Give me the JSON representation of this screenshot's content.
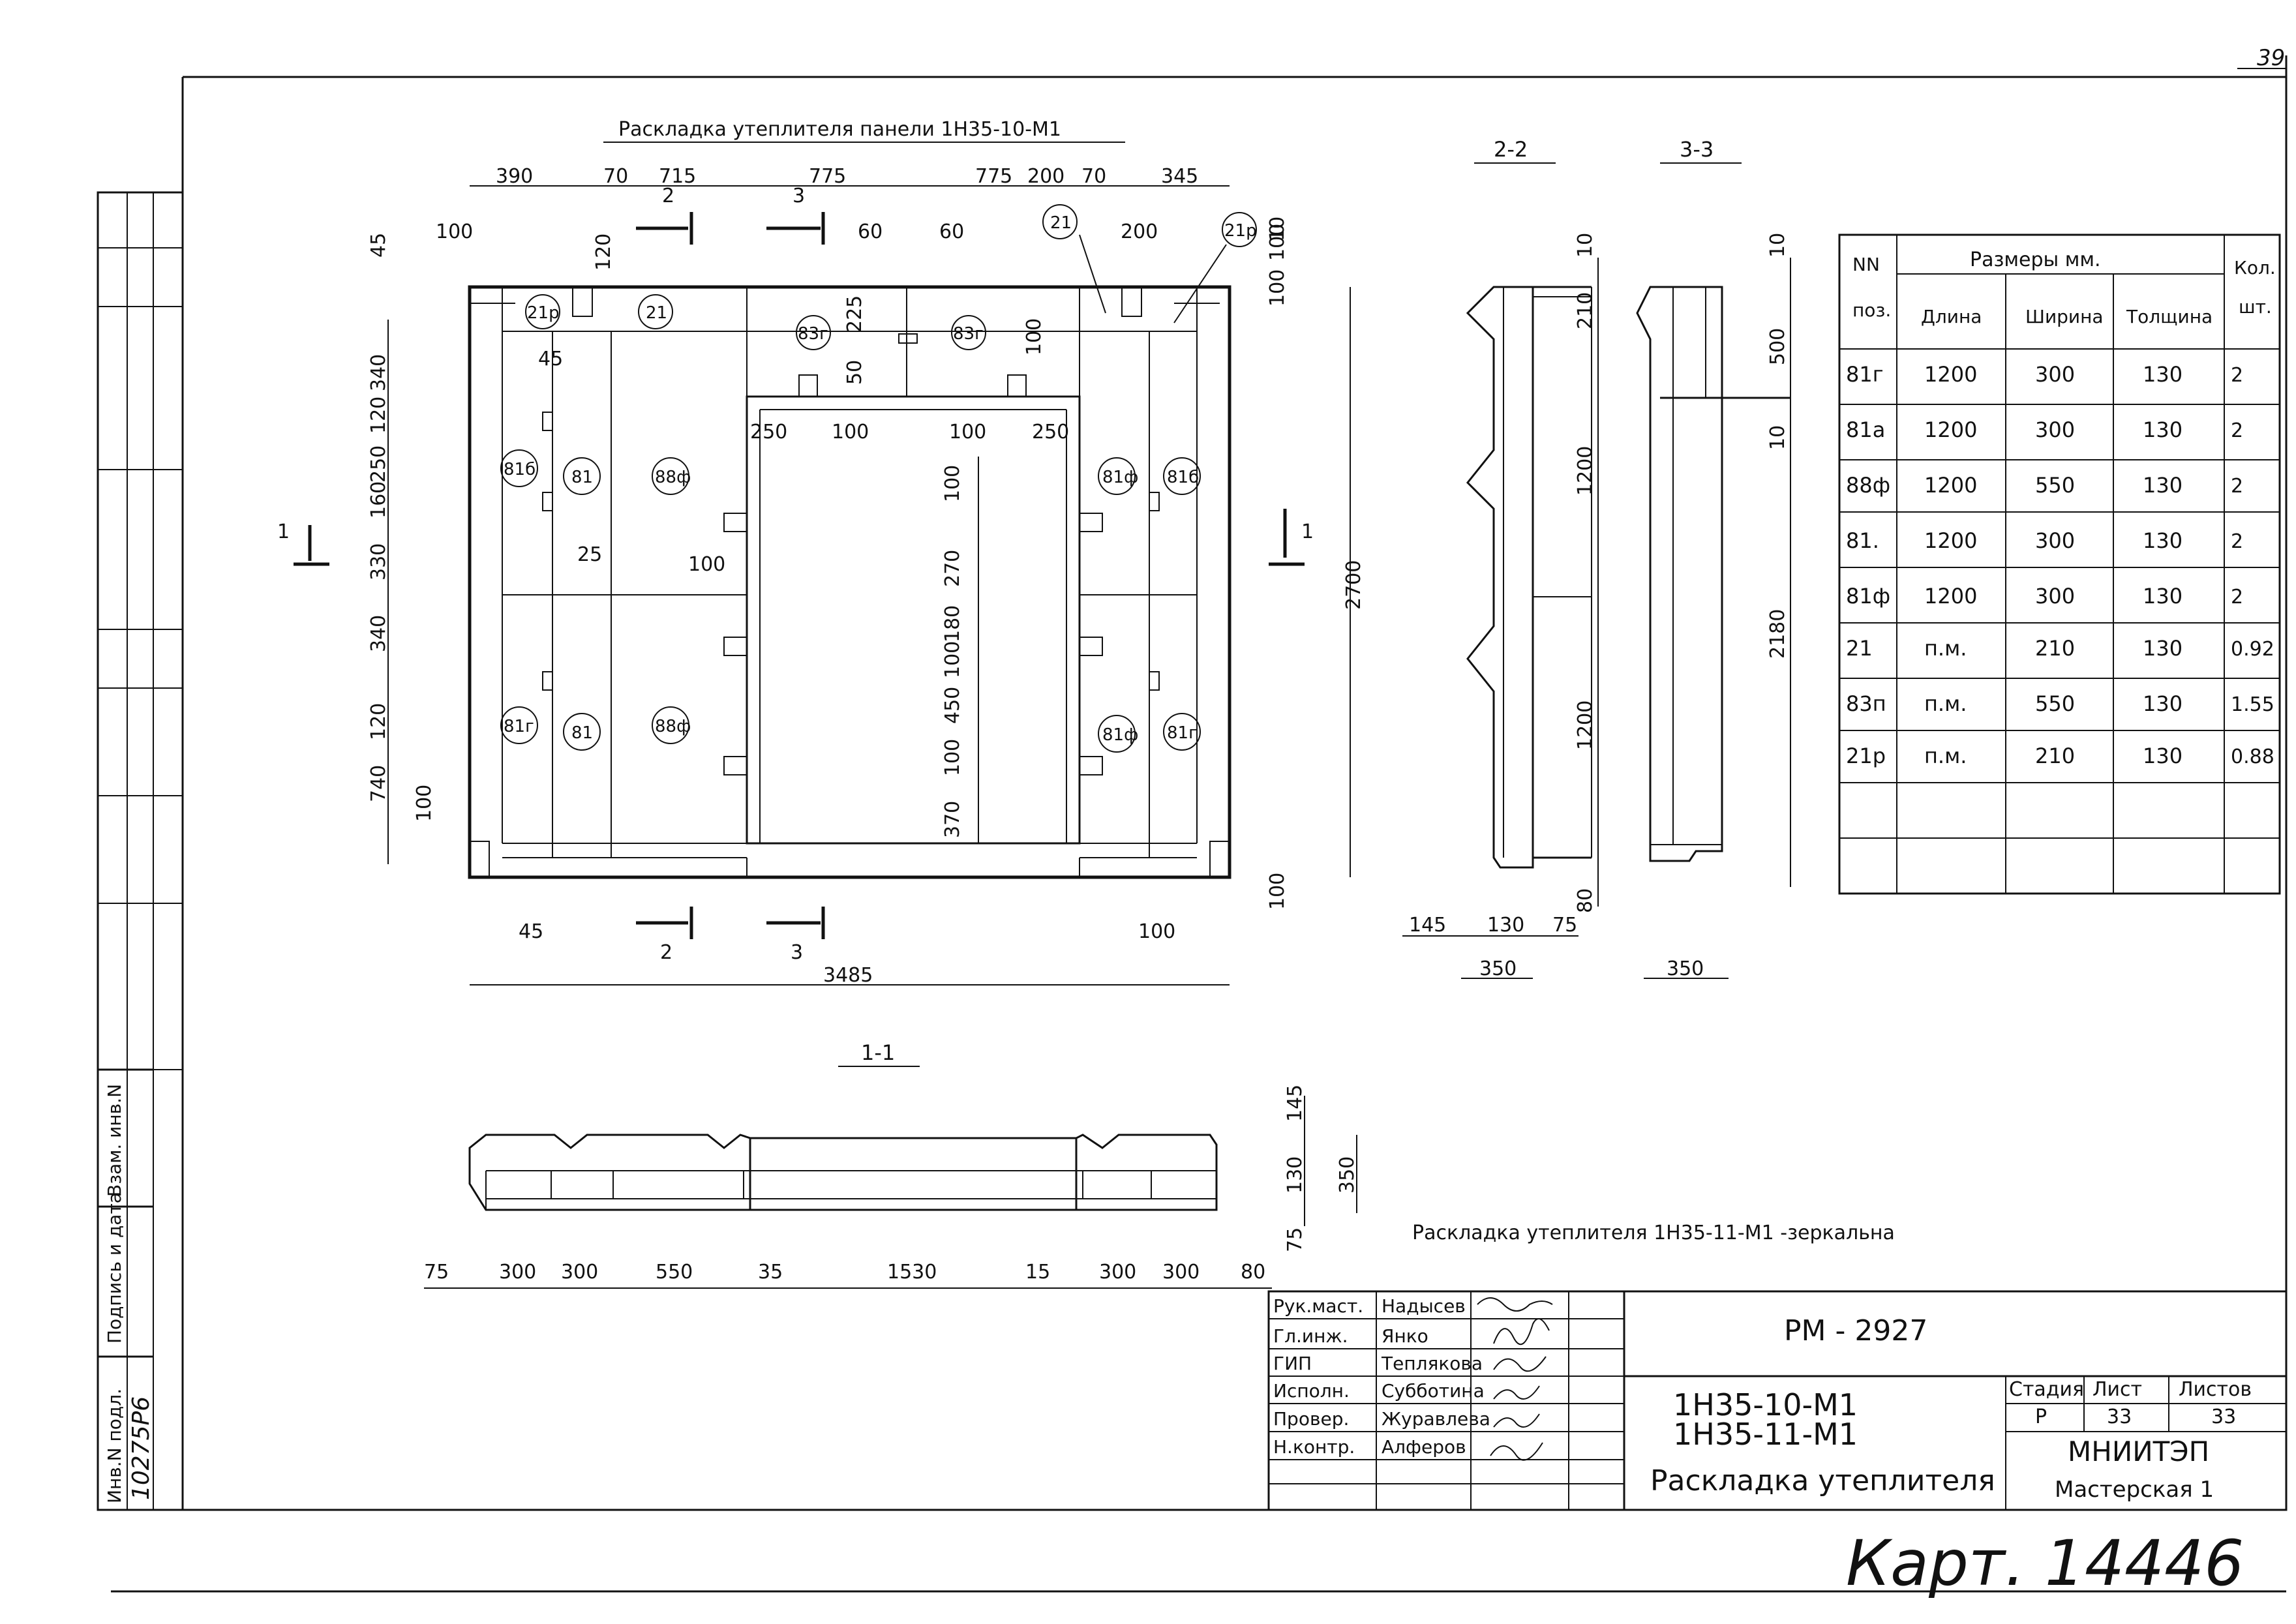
{
  "sheet_corner_number": "39",
  "plan": {
    "title": "Раскладка утеплителя панели 1Н35-10-М1",
    "top_dims": [
      "390",
      "70",
      "715",
      "775",
      "775",
      "200",
      "70",
      "345"
    ],
    "upper_dims": [
      "100",
      "60",
      "60",
      "200",
      "100"
    ],
    "left_vertical_dims": [
      "340",
      "120",
      "250",
      "160",
      "330",
      "340",
      "120",
      "740"
    ],
    "top_left_dims": [
      "45",
      "120"
    ],
    "inner_dims": [
      "45",
      "25",
      "100",
      "225",
      "50",
      "100",
      "250",
      "100",
      "100",
      "250"
    ],
    "center_vertical_dims": [
      "100",
      "270",
      "180",
      "100",
      "450",
      "100",
      "370"
    ],
    "right_dims": [
      "10",
      "100",
      "2700",
      "100"
    ],
    "bottom_dims": [
      "45",
      "100",
      "100",
      "3485"
    ],
    "section_marks": [
      "1",
      "1",
      "2",
      "2",
      "3",
      "3"
    ],
    "position_labels": [
      "21р",
      "21",
      "21",
      "21р",
      "83г",
      "83г",
      "81б",
      "81",
      "88ф",
      "81ф",
      "81б",
      "81г",
      "81",
      "88ф",
      "81ф",
      "81г"
    ]
  },
  "section_2_2": {
    "title": "2-2",
    "dims_right": [
      "10",
      "210",
      "1200",
      "1200",
      "80"
    ],
    "dims_bottom": [
      "145",
      "130",
      "75",
      "350"
    ]
  },
  "section_3_3": {
    "title": "3-3",
    "dims_right": [
      "10",
      "500",
      "10",
      "2180"
    ],
    "dims_bottom": [
      "350"
    ]
  },
  "section_1_1": {
    "title": "1-1",
    "dims_bottom": [
      "75",
      "300",
      "300",
      "550",
      "35",
      "1530",
      "15",
      "300",
      "300",
      "80"
    ],
    "dims_right": [
      "145",
      "130",
      "75",
      "350"
    ]
  },
  "mirror_note": "Раскладка утеплителя 1Н35-11-М1 -зеркальна",
  "spec_table": {
    "headers": {
      "pos_top": "NN",
      "pos_bottom": "поз.",
      "sizes": "Размеры мм.",
      "length": "Длина",
      "width": "Ширина",
      "thickness": "Толщина",
      "qty_top": "Кол.",
      "qty_bottom": "шт."
    },
    "rows": [
      [
        "81г",
        "1200",
        "300",
        "130",
        "2"
      ],
      [
        "81а",
        "1200",
        "300",
        "130",
        "2"
      ],
      [
        "88ф",
        "1200",
        "550",
        "130",
        "2"
      ],
      [
        "81.",
        "1200",
        "300",
        "130",
        "2"
      ],
      [
        "81ф",
        "1200",
        "300",
        "130",
        "2"
      ],
      [
        "21",
        "п.м.",
        "210",
        "130",
        "0.92"
      ],
      [
        "83п",
        "п.м.",
        "550",
        "130",
        "1.55"
      ],
      [
        "21р",
        "п.м.",
        "210",
        "130",
        "0.88"
      ]
    ]
  },
  "title_block": {
    "roles": [
      "Рук.маст.",
      "Гл.инж.",
      "ГИП",
      "Исполн.",
      "Провер.",
      "Н.контр."
    ],
    "names": [
      "Надысев",
      "Янко",
      "Теплякова",
      "Субботина",
      "Журавлева",
      "Алферов"
    ],
    "code": "РМ - 2927",
    "designation_1": "1Н35-10-М1",
    "designation_2": "1Н35-11-М1",
    "doc_title": "Раскладка утеплителя",
    "stage_label": "Стадия",
    "sheet_label": "Лист",
    "sheets_label": "Листов",
    "stage": "Р",
    "sheet": "33",
    "sheets": "33",
    "org": "МНИИТЭП",
    "workshop": "Мастерская 1"
  },
  "side_stamp": {
    "inv_podl": "Инв.N подл.",
    "podpis": "Подпись и дата",
    "vzam": "Взам. инв.N",
    "inv_number": "10275Р6"
  },
  "footer_handwritten": "Карт. 14446"
}
